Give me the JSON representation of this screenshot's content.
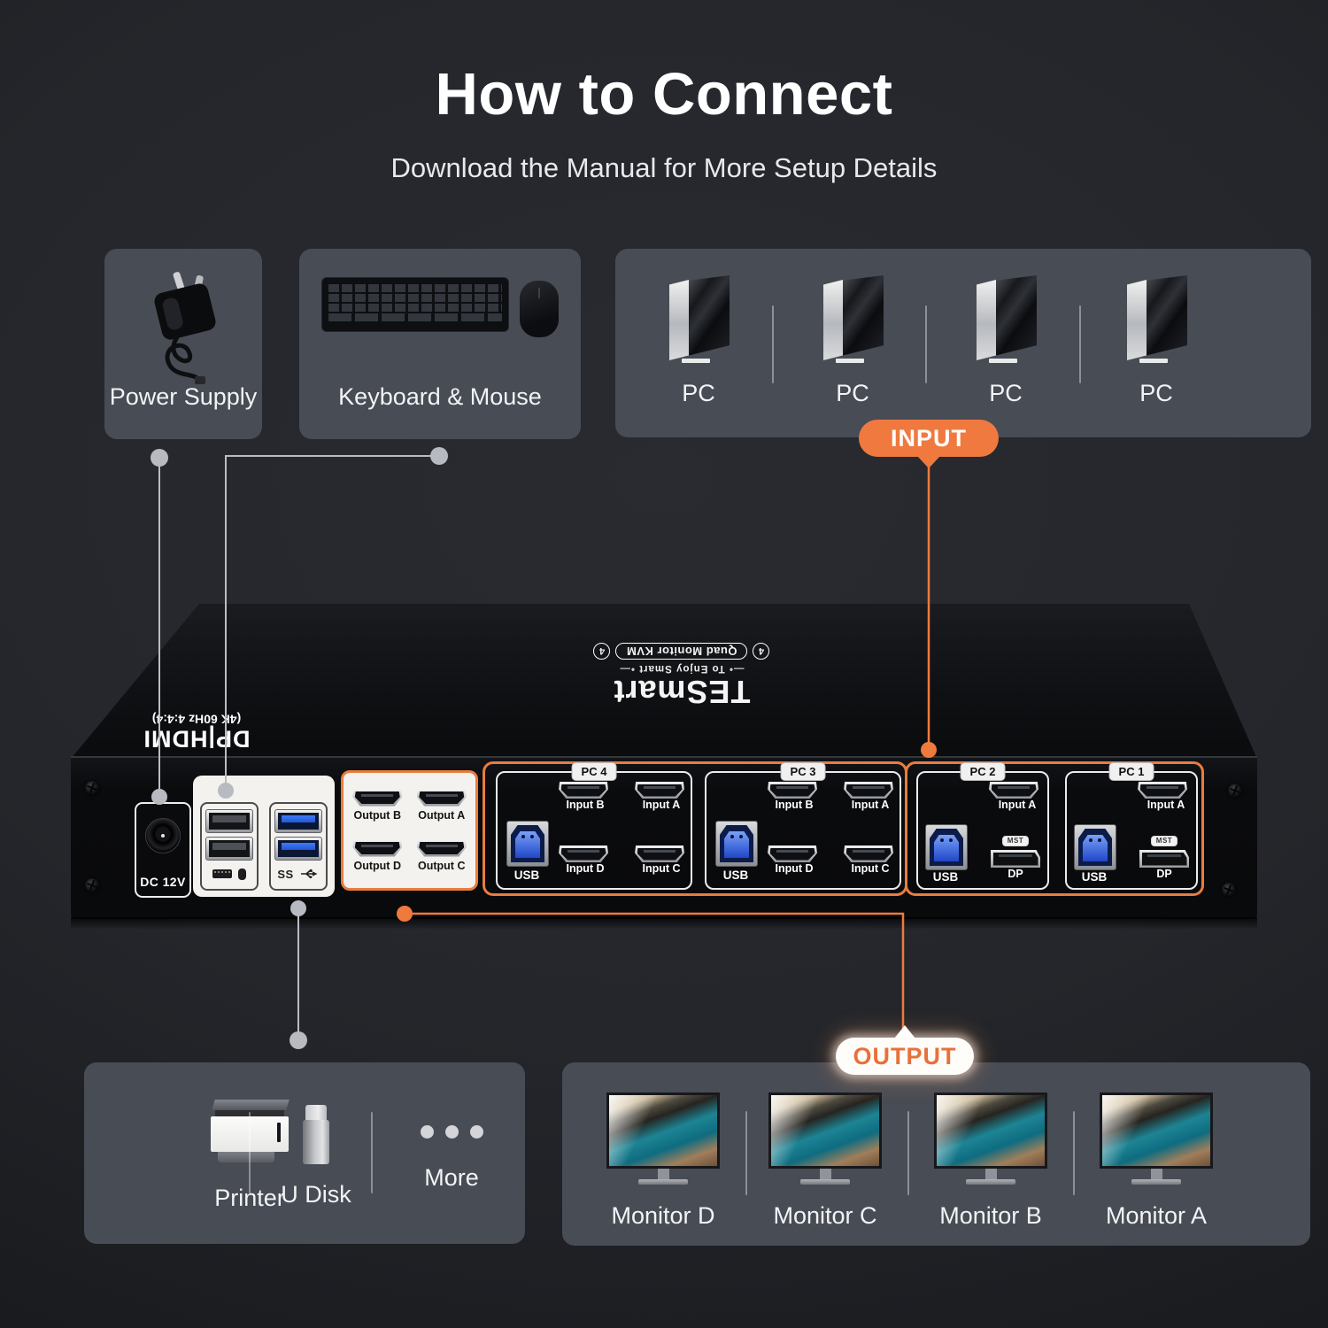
{
  "page": {
    "title": "How to Connect",
    "subtitle": "Download the Manual for More Setup Details"
  },
  "badges": {
    "input": "INPUT",
    "output": "OUTPUT"
  },
  "cards": {
    "power": {
      "label": "Power Supply"
    },
    "keyboard": {
      "label": "Keyboard & Mouse"
    },
    "pcs": {
      "items": [
        "PC",
        "PC",
        "PC",
        "PC"
      ]
    },
    "peripherals": {
      "items": [
        "Printer",
        "U Disk",
        "More"
      ]
    },
    "monitors": {
      "items": [
        "Monitor D",
        "Monitor C",
        "Monitor B",
        "Monitor A"
      ]
    }
  },
  "device": {
    "brand": "TESmart",
    "tagline": "To Enjoy Smart",
    "badge_num": "4",
    "model_badge": "Quad Monitor KVM",
    "port_types": "DP|HDMI",
    "resolution": "4K 60Hz 4:4:4",
    "dc_label": "DC 12V",
    "ss_label": "SS",
    "outputs": [
      "Output B",
      "Output A",
      "Output D",
      "Output C"
    ],
    "pc_groups": [
      {
        "name": "PC 4",
        "usb": "USB",
        "ports": [
          "Input B",
          "Input A",
          "Input D",
          "Input C"
        ]
      },
      {
        "name": "PC 3",
        "usb": "USB",
        "ports": [
          "Input B",
          "Input A",
          "Input D",
          "Input C"
        ]
      },
      {
        "name": "PC 2",
        "usb": "USB",
        "hdmi": "Input A",
        "mst": "MST",
        "dp": "DP"
      },
      {
        "name": "PC 1",
        "usb": "USB",
        "hdmi": "Input A",
        "mst": "MST",
        "dp": "DP"
      }
    ]
  },
  "colors": {
    "accent": "#EF7A3E",
    "card": "#484C55",
    "wire": "#B9BDC3"
  }
}
